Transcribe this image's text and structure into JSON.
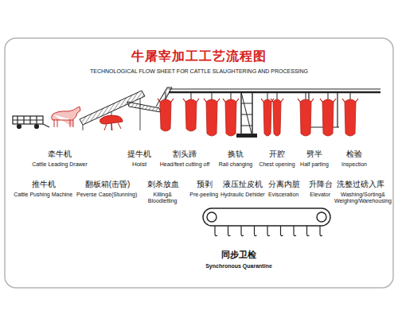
{
  "diagram": {
    "title": "牛屠宰加工工艺流程图",
    "labels": [
      "TECHNOLOGICAL FLOW SHEET FOR CATTLE SLAUGHTERING AND PROCESSING",
      "牵牛机",
      "Cattle Leading Drawer",
      "提牛机",
      "Hoist",
      "割头蹄",
      "Head/feet cutting off",
      "换轨",
      "Rail changing",
      "开腔",
      "Chest opening",
      "劈半",
      "Half parting",
      "检验",
      "Inspection",
      "推牛机",
      "Cattle Pushing Machine",
      "翻板箱(击昏)",
      "Peverse Case(Stunning)",
      "刺杀放血",
      "Killing& Bloodletting",
      "预剥",
      "Pre-peeling",
      "液压扯皮机",
      "Hydraulic Dehider",
      "分离内脏",
      "Evisceration",
      "升降台",
      "Elevator",
      "洗整过磅入库",
      "Washing/Sorting& Weighing/Warehousing",
      "同步卫检",
      "Synchronous Quarantine"
    ]
  }
}
